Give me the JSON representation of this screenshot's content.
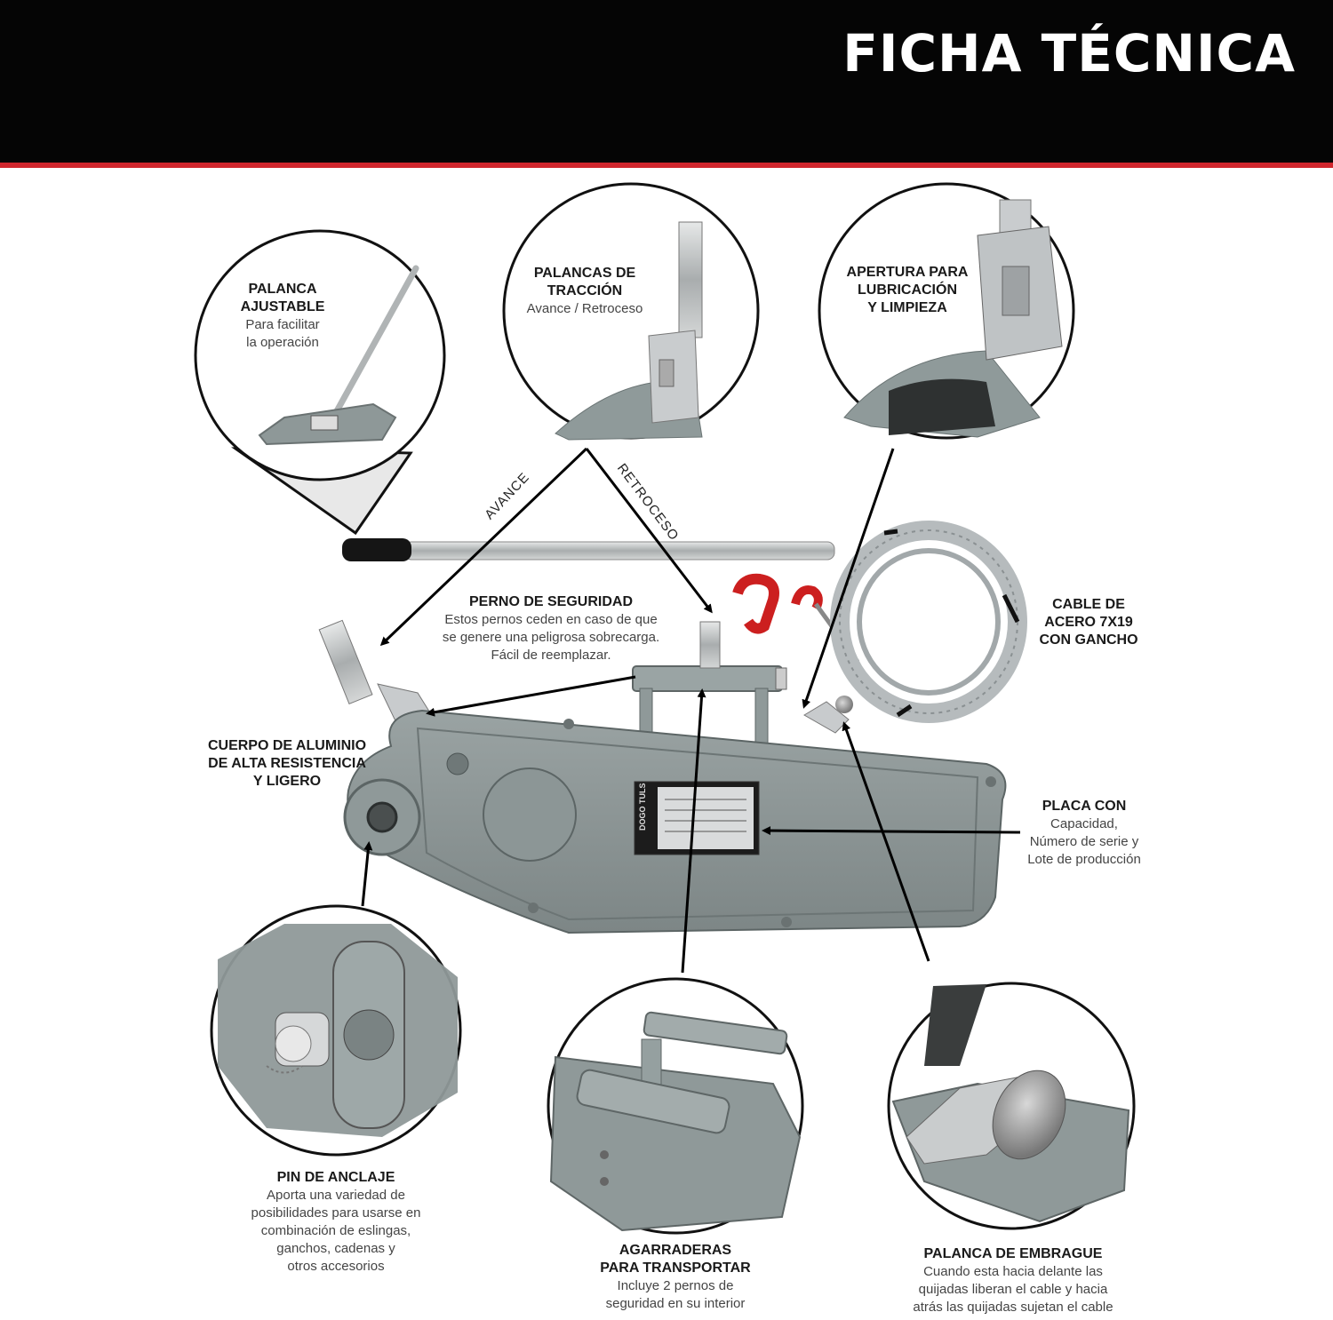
{
  "header": {
    "title": "FICHA TÉCNICA",
    "accent_color": "#d0262d"
  },
  "lever_labels": {
    "advance": "AVANCE",
    "reverse": "RETROCESO"
  },
  "callouts": [
    {
      "id": "adjustable-lever",
      "title": "PALANCA\nAJUSTABLE",
      "desc": "Para facilitar\nla operación"
    },
    {
      "id": "traction-levers",
      "title": "PALANCAS DE\nTRACCIÓN",
      "desc": "Avance / Retroceso"
    },
    {
      "id": "lubrication-opening",
      "title": "APERTURA PARA\nLUBRICACIÓN\nY LIMPIEZA",
      "desc": ""
    },
    {
      "id": "safety-pin",
      "title": "PERNO DE SEGURIDAD",
      "desc": "Estos pernos ceden en caso de que\nse genere una peligrosa sobrecarga.\nFácil de reemplazar."
    },
    {
      "id": "steel-cable",
      "title": "CABLE DE\nACERO 7X19\nCON GANCHO",
      "desc": ""
    },
    {
      "id": "aluminum-body",
      "title": "CUERPO DE ALUMINIO\nDE ALTA RESISTENCIA\nY LIGERO",
      "desc": ""
    },
    {
      "id": "plate",
      "title": "PLACA CON",
      "desc": "Capacidad,\nNúmero de serie y\nLote de producción"
    },
    {
      "id": "anchor-pin",
      "title": "PIN DE ANCLAJE",
      "desc": "Aporta una variedad de\nposibilidades para usarse en\ncombinación de eslingas,\nganchos, cadenas y\notros accesorios"
    },
    {
      "id": "carry-handles",
      "title": "AGARRADERAS\nPARA TRANSPORTAR",
      "desc": "Incluye 2 pernos de\nseguridad en su interior"
    },
    {
      "id": "clutch-lever",
      "title": "PALANCA DE EMBRAGUE",
      "desc": "Cuando esta hacia delante las\nquijadas liberan el cable y hacia\natrás las quijadas sujetan el cable"
    }
  ],
  "plate": {
    "brand": "DOGO TULS"
  }
}
